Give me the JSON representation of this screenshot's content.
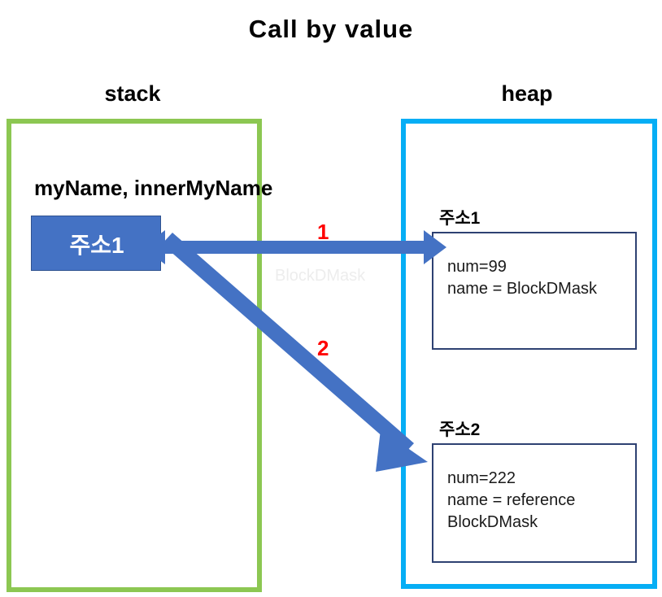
{
  "title": "Call by value",
  "colors": {
    "stack_border": "#8CC752",
    "heap_border": "#06AEF5",
    "arrow": "#4472C4",
    "arrow_label": "#FF0000",
    "address_box_fill": "#4472C4",
    "heap_box_border": "#2E4172",
    "watermark": "#EDEDED"
  },
  "stack": {
    "caption": "stack",
    "variables_label": "myName, innerMyName",
    "address_box": {
      "label": "주소1"
    }
  },
  "heap": {
    "caption": "heap",
    "slots": [
      {
        "title": "주소1",
        "lines": "num=99\nname = BlockDMask"
      },
      {
        "title": "주소2",
        "lines": "num=222\nname = reference\nBlockDMask"
      }
    ]
  },
  "arrows": [
    {
      "label": "1"
    },
    {
      "label": "2"
    }
  ],
  "watermark": "BlockDMask"
}
